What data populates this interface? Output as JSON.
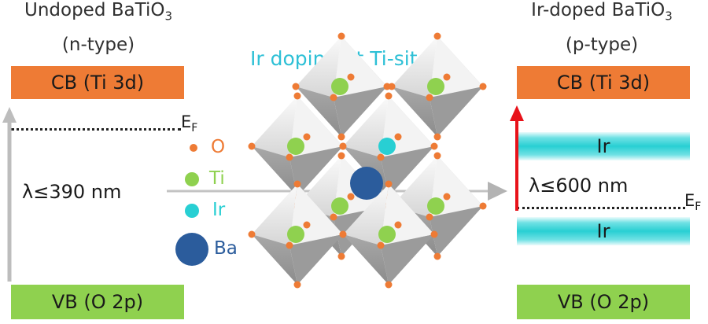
{
  "left": {
    "title": "Undoped BaTiO",
    "title_sub": "3",
    "type": "(n-type)",
    "cb": "CB (Ti 3d)",
    "vb": "VB (O 2p)",
    "fermi": "E",
    "fermi_sub": "F",
    "wavelength": "λ≤390 nm"
  },
  "right": {
    "title": "Ir-doped BaTiO",
    "title_sub": "3",
    "type": "(p-type)",
    "cb": "CB (Ti 3d)",
    "vb": "VB (O 2p)",
    "ir_upper": "Ir",
    "ir_lower": "Ir",
    "fermi": "E",
    "fermi_sub": "F",
    "wavelength": "λ≤600 nm"
  },
  "center": {
    "heading": "Ir doping at Ti-site"
  },
  "legend": [
    {
      "label": "O",
      "color": "#ee7b35"
    },
    {
      "label": "Ti",
      "color": "#8fd14f"
    },
    {
      "label": "Ir",
      "color": "#28cfd3"
    },
    {
      "label": "Ba",
      "color": "#2b5c9c"
    }
  ],
  "colors": {
    "cb": "#ee7b35",
    "vb": "#8fd14f",
    "ir_band": "#28cfd3",
    "arrow_gray": "#bdbdbd",
    "arrow_red": "#e8121a",
    "heading": "#2ec0d6"
  }
}
